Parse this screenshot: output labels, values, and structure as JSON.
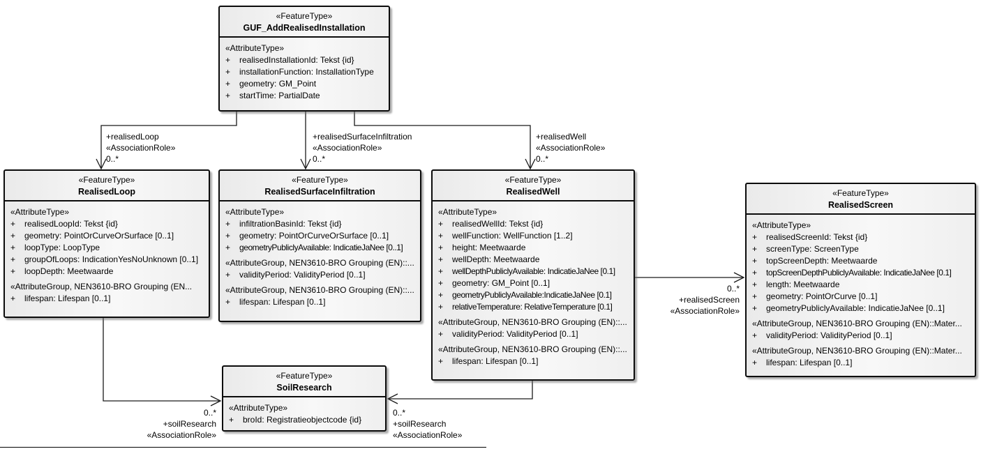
{
  "ui": {
    "plus": "+"
  },
  "classes": [
    {
      "id": "GUF_AddRealisedInstallation",
      "stereotype": "«FeatureType»",
      "name": "GUF_AddRealisedInstallation",
      "sections": [
        {
          "header": "«AttributeType»",
          "attrs": [
            "realisedInstallationId: Tekst {id}",
            "installationFunction: InstallationType",
            "geometry: GM_Point",
            "startTime: PartialDate"
          ]
        }
      ]
    },
    {
      "id": "RealisedLoop",
      "stereotype": "«FeatureType»",
      "name": "RealisedLoop",
      "sections": [
        {
          "header": "«AttributeType»",
          "attrs": [
            "realisedLoopId: Tekst {id}",
            "geometry: PointOrCurveOrSurface [0..1]",
            "loopType: LoopType",
            "groupOfLoops: IndicationYesNoUnknown [0..1]",
            "loopDepth: Meetwaarde"
          ]
        },
        {
          "header": "«AttributeGroup, NEN3610-BRO Grouping (EN...",
          "attrs": [
            "lifespan: Lifespan [0..1]"
          ]
        }
      ]
    },
    {
      "id": "RealisedSurfaceInfiltration",
      "stereotype": "«FeatureType»",
      "name": "RealisedSurfaceInfiltration",
      "sections": [
        {
          "header": "«AttributeType»",
          "attrs": [
            "infiltrationBasinId: Tekst {id}",
            "geometry: PointOrCurveOrSurface [0..1]",
            "geometryPubliclyAvailable: IndicatieJaNee [0..1]"
          ]
        },
        {
          "header": "«AttributeGroup, NEN3610-BRO Grouping (EN)::...",
          "attrs": [
            "validityPeriod: ValidityPeriod [0..1]"
          ]
        },
        {
          "header": "«AttributeGroup, NEN3610-BRO Grouping (EN)::...",
          "attrs": [
            "lifespan: Lifespan [0..1]"
          ]
        }
      ]
    },
    {
      "id": "RealisedWell",
      "stereotype": "«FeatureType»",
      "name": "RealisedWell",
      "sections": [
        {
          "header": "«AttributeType»",
          "attrs": [
            "realisedWellId: Tekst {id}",
            "wellFunction: WellFunction [1..2]",
            "height: Meetwaarde",
            "wellDepth: Meetwaarde",
            "wellDepthPubliclyAvailable: IndicatieJaNee [0.1]",
            "geometry: GM_Point [0..1]",
            "geometryPubliclyAvailable:IndicatieJaNee [0.1]",
            "relativeTemperature: RelativeTemperature [0.1]"
          ]
        },
        {
          "header": "«AttributeGroup, NEN3610-BRO Grouping (EN)::...",
          "attrs": [
            "validityPeriod: ValidityPeriod [0..1]"
          ]
        },
        {
          "header": "«AttributeGroup, NEN3610-BRO Grouping (EN)::...",
          "attrs": [
            "lifespan: Lifespan [0..1]"
          ]
        }
      ]
    },
    {
      "id": "RealisedScreen",
      "stereotype": "«FeatureType»",
      "name": "RealisedScreen",
      "sections": [
        {
          "header": "«AttributeType»",
          "attrs": [
            "realisedScreenId: Tekst {id}",
            "screenType: ScreenType",
            "topScreenDepth: Meetwaarde",
            "topScreenDepthPubliclyAvailable: IndicatieJaNee [0.1]",
            "length: Meetwaarde",
            "geometry: PointOrCurve [0..1]",
            "geometryPubliclyAvailable: IndicatieJaNee [0..1]"
          ]
        },
        {
          "header": "«AttributeGroup, NEN3610-BRO Grouping (EN)::Mater...",
          "attrs": [
            "validityPeriod: ValidityPeriod [0..1]"
          ]
        },
        {
          "header": "«AttributeGroup, NEN3610-BRO Grouping (EN)::Mater...",
          "attrs": [
            "lifespan: Lifespan [0..1]"
          ]
        }
      ]
    },
    {
      "id": "SoilResearch",
      "stereotype": "«FeatureType»",
      "name": "SoilResearch",
      "sections": [
        {
          "header": "«AttributeType»",
          "attrs": [
            "broId: Registratieobjectcode {id}"
          ]
        }
      ]
    }
  ],
  "associations": [
    {
      "role": "+realisedLoop",
      "stereotype": "«AssociationRole»",
      "multiplicity": "0..*"
    },
    {
      "role": "+realisedSurfaceInfiltration",
      "stereotype": "«AssociationRole»",
      "multiplicity": "0..*"
    },
    {
      "role": "+realisedWell",
      "stereotype": "«AssociationRole»",
      "multiplicity": "0..*"
    },
    {
      "role": "+realisedScreen",
      "stereotype": "«AssociationRole»",
      "multiplicity": "0..*"
    },
    {
      "role": "+soilResearch",
      "stereotype": "«AssociationRole»",
      "multiplicity": "0..*"
    },
    {
      "role": "+soilResearch",
      "stereotype": "«AssociationRole»",
      "multiplicity": "0..*"
    }
  ]
}
